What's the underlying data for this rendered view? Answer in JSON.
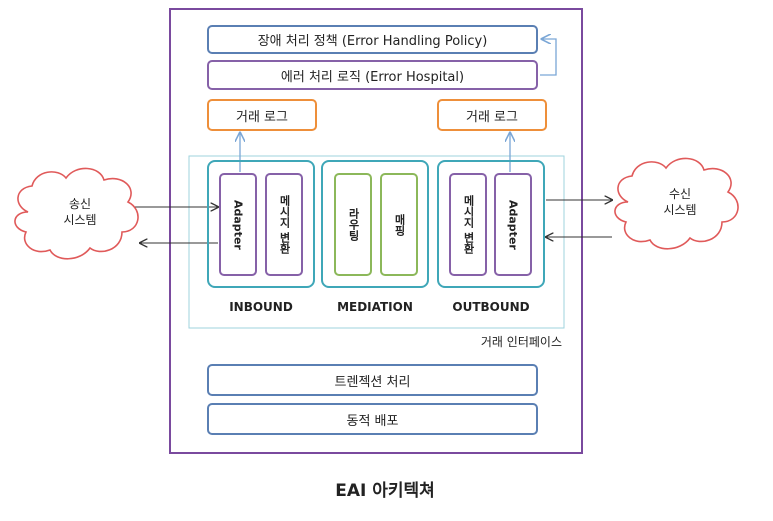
{
  "policy_box": "장애 처리 정책 (Error Handling Policy)",
  "hospital_box": "에러 처리 로직 (Error Hospital)",
  "log_left": "거래 로그",
  "log_right": "거래 로그",
  "inbound": {
    "adapter": "Adapter",
    "convert": "메시지 변환",
    "label": "INBOUND"
  },
  "mediation": {
    "routing": "라우팅",
    "mapping": "매핑",
    "label": "MEDIATION"
  },
  "outbound": {
    "convert": "메시지 변환",
    "adapter": "Adapter",
    "label": "OUTBOUND"
  },
  "interface_label": "거래 인터페이스",
  "transaction_box": "트렌젝션 처리",
  "deploy_box": "동적 배포",
  "sender_cloud": [
    "송신",
    "시스템"
  ],
  "receiver_cloud": [
    "수신",
    "시스템"
  ],
  "caption": "EAI 아키텍쳐",
  "colors": {
    "frame": "#7a4a9e",
    "blue": "#5a7fb3",
    "purple": "#8661a8",
    "orange": "#ee8f3a",
    "teal": "#3fa7b8",
    "green": "#8cb85a",
    "cloud": "#e05a5a"
  }
}
